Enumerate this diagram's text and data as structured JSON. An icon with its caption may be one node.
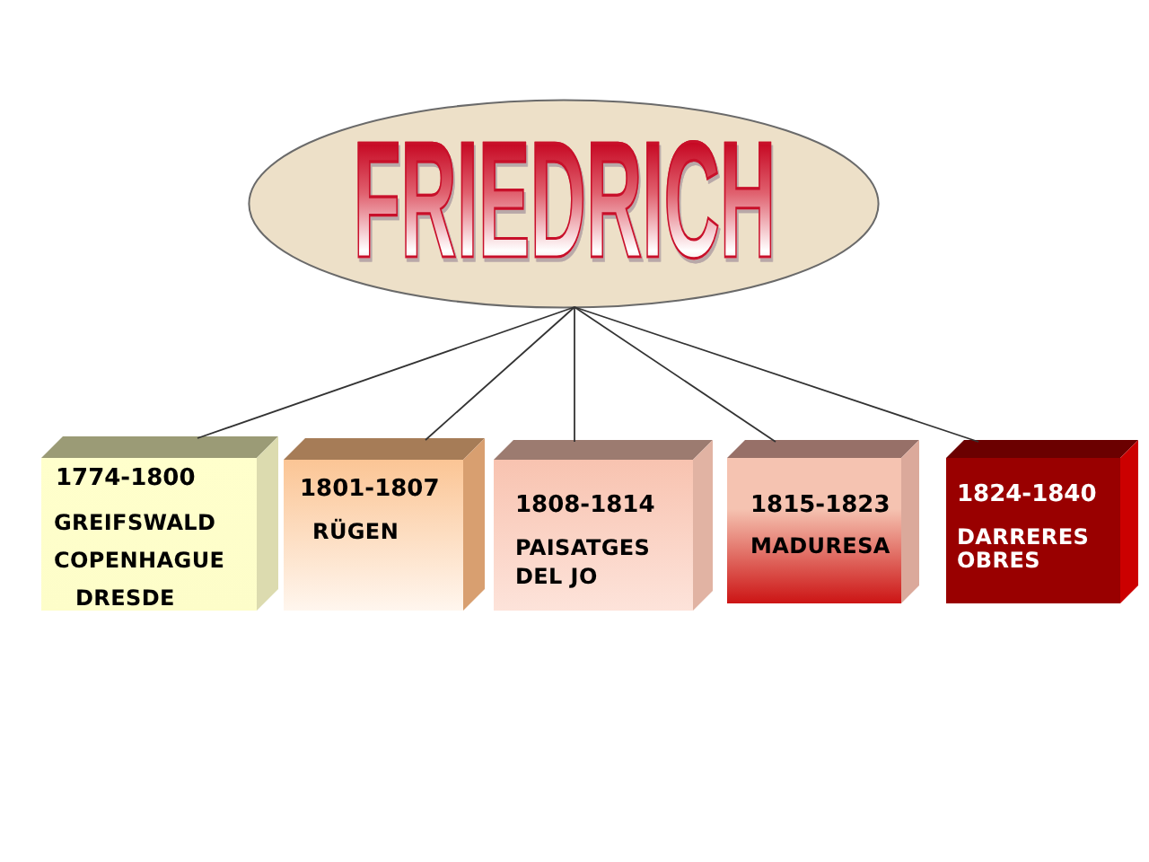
{
  "diagram": {
    "nodes": [
      {
        "text": [
          "FRIEDRICH"
        ]
      },
      {
        "text": [
          "1774-1800",
          "GREIFSWALD",
          "COPENHAGUE",
          "DRESDE"
        ]
      },
      {
        "text": [
          "1801-1807",
          "RÜGEN"
        ]
      },
      {
        "text": [
          "1808-1814",
          "PAISATGES DEL JO"
        ]
      },
      {
        "text": [
          "1815-1823",
          "MADURESA"
        ]
      },
      {
        "text": [
          "1824-1840",
          "DARRERES OBRES"
        ]
      }
    ],
    "edges": [
      {
        "from": 0,
        "to": 1,
        "arrow": "none"
      },
      {
        "from": 0,
        "to": 2,
        "arrow": "none"
      },
      {
        "from": 0,
        "to": 3,
        "arrow": "none"
      },
      {
        "from": 0,
        "to": 4,
        "arrow": "none"
      },
      {
        "from": 0,
        "to": 5,
        "arrow": "none"
      }
    ]
  }
}
